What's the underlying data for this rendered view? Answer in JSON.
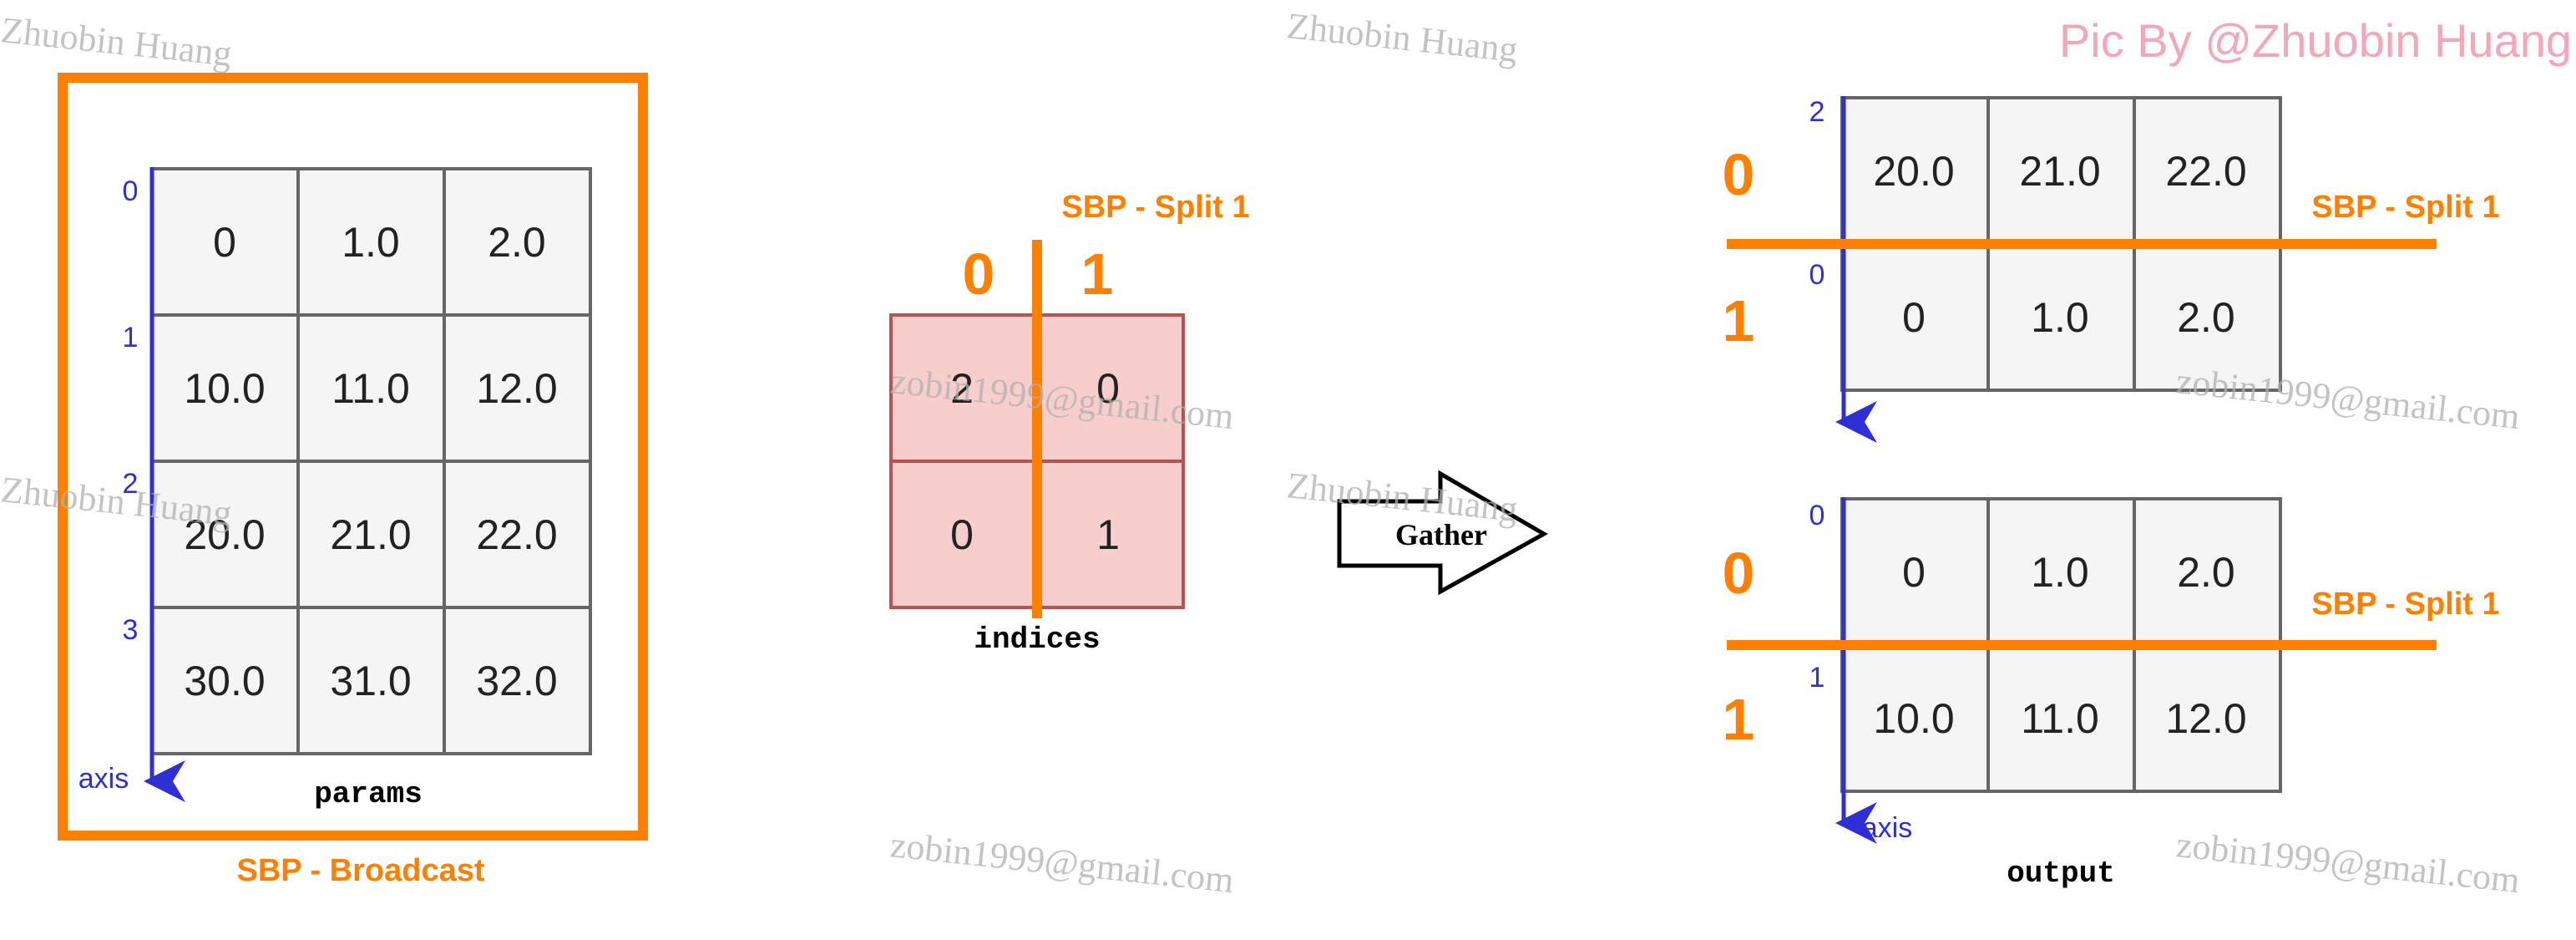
{
  "colors": {
    "orange": "#ff7f00",
    "blue_axis": "#2f2fd8",
    "cell_fill": "#f5f5f5",
    "cell_border": "#666666",
    "indices_fill": "#f8cecc",
    "indices_border": "#b85450",
    "watermark": "#b0b0b0",
    "watermark_pink": "#f4a7b9"
  },
  "params": {
    "label": "params",
    "sbp_label": "SBP - Broadcast",
    "axis_label": "axis",
    "row_indices": [
      "0",
      "1",
      "2",
      "3"
    ],
    "rows": [
      [
        "0",
        "1.0",
        "2.0"
      ],
      [
        "10.0",
        "11.0",
        "12.0"
      ],
      [
        "20.0",
        "21.0",
        "22.0"
      ],
      [
        "30.0",
        "31.0",
        "32.0"
      ]
    ]
  },
  "indices": {
    "label": "indices",
    "sbp_label": "SBP - Split 1",
    "split_labels": [
      "0",
      "1"
    ],
    "rows": [
      [
        "2",
        "0"
      ],
      [
        "0",
        "1"
      ]
    ]
  },
  "gather": {
    "label": "Gather",
    "icon": "right-arrow-icon"
  },
  "output_top": {
    "sbp_label": "SBP - Split 1",
    "split_labels": [
      "0",
      "1"
    ],
    "row_indices": [
      "2",
      "0"
    ],
    "rows": [
      [
        "20.0",
        "21.0",
        "22.0"
      ],
      [
        "0",
        "1.0",
        "2.0"
      ]
    ]
  },
  "output_bottom": {
    "sbp_label": "SBP - Split 1",
    "split_labels": [
      "0",
      "1"
    ],
    "row_indices": [
      "0",
      "1"
    ],
    "axis_label": "axis",
    "label": "output",
    "rows": [
      [
        "0",
        "1.0",
        "2.0"
      ],
      [
        "10.0",
        "11.0",
        "12.0"
      ]
    ]
  },
  "watermarks": {
    "name": "Zhuobin Huang",
    "email": "zobin1999@gmail.com",
    "credit": "Pic By @Zhuobin Huang"
  }
}
